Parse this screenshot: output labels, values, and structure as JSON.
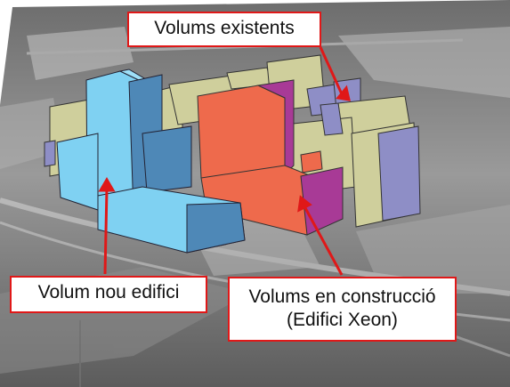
{
  "labels": {
    "existing": "Volums existents",
    "new_building": "Volum nou edifici",
    "construction_line1": "Volums en construcció",
    "construction_line2": "(Edifici Xeon)"
  },
  "colors": {
    "new_building_light": "#7fd1f2",
    "new_building_dark": "#4e88b7",
    "construction_light": "#ee6a4c",
    "construction_purple": "#a83a96",
    "existing_yellow": "#cfcf9c",
    "existing_purple": "#8e8ec6",
    "arrow": "#e01818",
    "label_border": "#e01818"
  }
}
